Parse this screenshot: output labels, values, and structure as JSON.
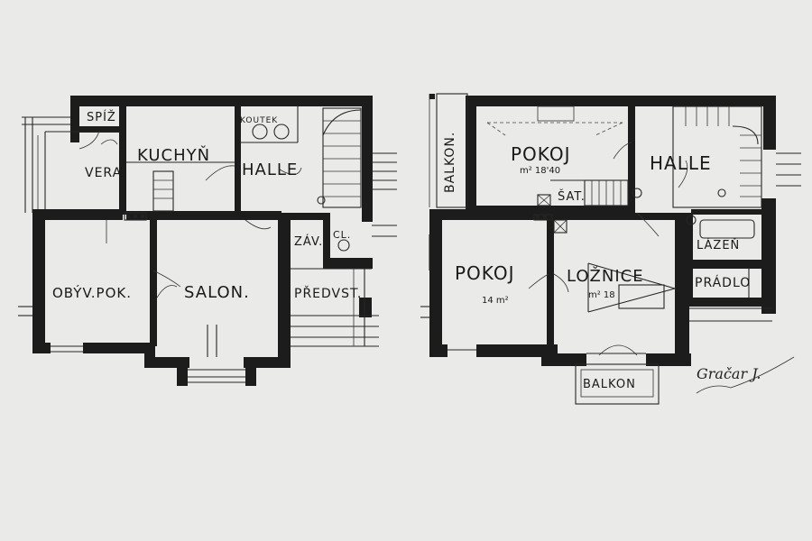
{
  "ground_floor": {
    "rooms": {
      "spiz": "SPÍŽ",
      "kuchyn": "KUCHYŇ",
      "koutek": "KOUTEK",
      "halle": "HALLE",
      "veran": "VERA.",
      "obyv_pok": "OBÝV.POK.",
      "salon": "SALON.",
      "zav": "ZÁV.",
      "cl": "CL.",
      "predvst": "PŘEDVST."
    }
  },
  "upper_floor": {
    "rooms": {
      "balkon_side": "BALKON.",
      "pokoj_top": "POKOJ",
      "pokoj_top_area": "m² 18'40",
      "halle": "HALLE",
      "sat": "ŠAT.",
      "pokoj_left": "POKOJ",
      "pokoj_left_area": "14 m²",
      "loznice": "LOŽNICE",
      "loznice_area": "m² 18",
      "lazen": "LÁZEŇ",
      "pradlo": "PRÁDLO",
      "balkon_bottom": "BALKON"
    }
  },
  "signature": "Gračar J."
}
